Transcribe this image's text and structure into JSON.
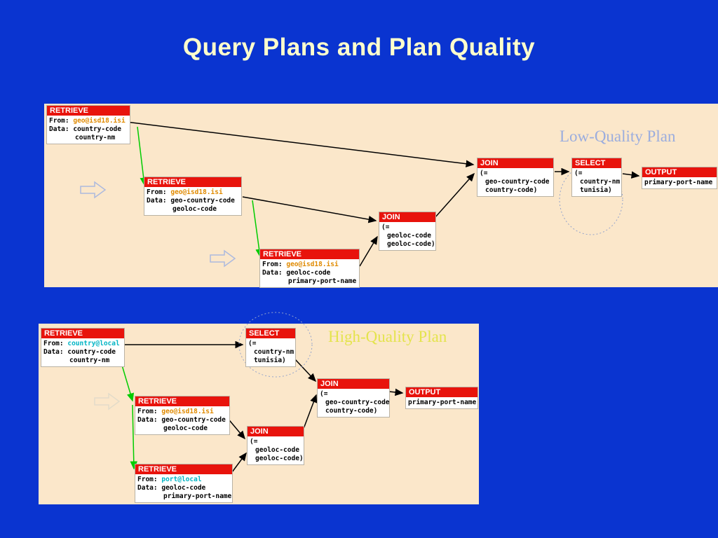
{
  "slide": {
    "title": "Query Plans and Plan Quality"
  },
  "top_panel": {
    "label": "Low-Quality Plan",
    "nodes": [
      {
        "title": "RETRIEVE",
        "from_label": "From:",
        "from": "geo@isd18.isi",
        "data_label": "Data:",
        "data1": "country-code",
        "data2": "country-nm"
      },
      {
        "title": "RETRIEVE",
        "from_label": "From:",
        "from": "geo@isd18.isi",
        "data_label": "Data:",
        "data1": "geo-country-code",
        "data2": "geoloc-code"
      },
      {
        "title": "RETRIEVE",
        "from_label": "From:",
        "from": "geo@isd18.isi",
        "data_label": "Data:",
        "data1": "geoloc-code",
        "data2": "primary-port-name"
      },
      {
        "title": "JOIN",
        "l1": "(=",
        "l2": "geoloc-code",
        "l3": "geoloc-code)"
      },
      {
        "title": "JOIN",
        "l1": "(=",
        "l2": "geo-country-code",
        "l3": "country-code)"
      },
      {
        "title": "SELECT",
        "l1": "(=",
        "l2": "country-nm",
        "l3": "tunisia)"
      },
      {
        "title": "OUTPUT",
        "l1": "primary-port-name"
      }
    ]
  },
  "bottom_panel": {
    "label": "High-Quality Plan",
    "nodes": [
      {
        "title": "RETRIEVE",
        "from_label": "From:",
        "from": "country@local",
        "data_label": "Data:",
        "data1": "country-code",
        "data2": "country-nm"
      },
      {
        "title": "SELECT",
        "l1": "(=",
        "l2": "country-nm",
        "l3": "tunisia)"
      },
      {
        "title": "RETRIEVE",
        "from_label": "From:",
        "from": "geo@isd18.isi",
        "data_label": "Data:",
        "data1": "geo-country-code",
        "data2": "geoloc-code"
      },
      {
        "title": "RETRIEVE",
        "from_label": "From:",
        "from": "port@local",
        "data_label": "Data:",
        "data1": "geoloc-code",
        "data2": "primary-port-name"
      },
      {
        "title": "JOIN",
        "l1": "(=",
        "l2": "geoloc-code",
        "l3": "geoloc-code)"
      },
      {
        "title": "JOIN",
        "l1": "(=",
        "l2": "geo-country-code",
        "l3": "country-code)"
      },
      {
        "title": "OUTPUT",
        "l1": "primary-port-name"
      }
    ]
  },
  "colors": {
    "background": "#0a34d0",
    "panel": "#fbe7ca",
    "title": "#ffffcc",
    "header_red": "#e8130c",
    "remote_source": "#e08a00",
    "local_source": "#00b4c4",
    "arrow_green": "#00cc00",
    "arrow_black": "#000000",
    "low_label": "#9badde",
    "high_label": "#e4e44c",
    "hollow_arrow": "#adbade",
    "dotted_circle": "#94a4cc"
  }
}
